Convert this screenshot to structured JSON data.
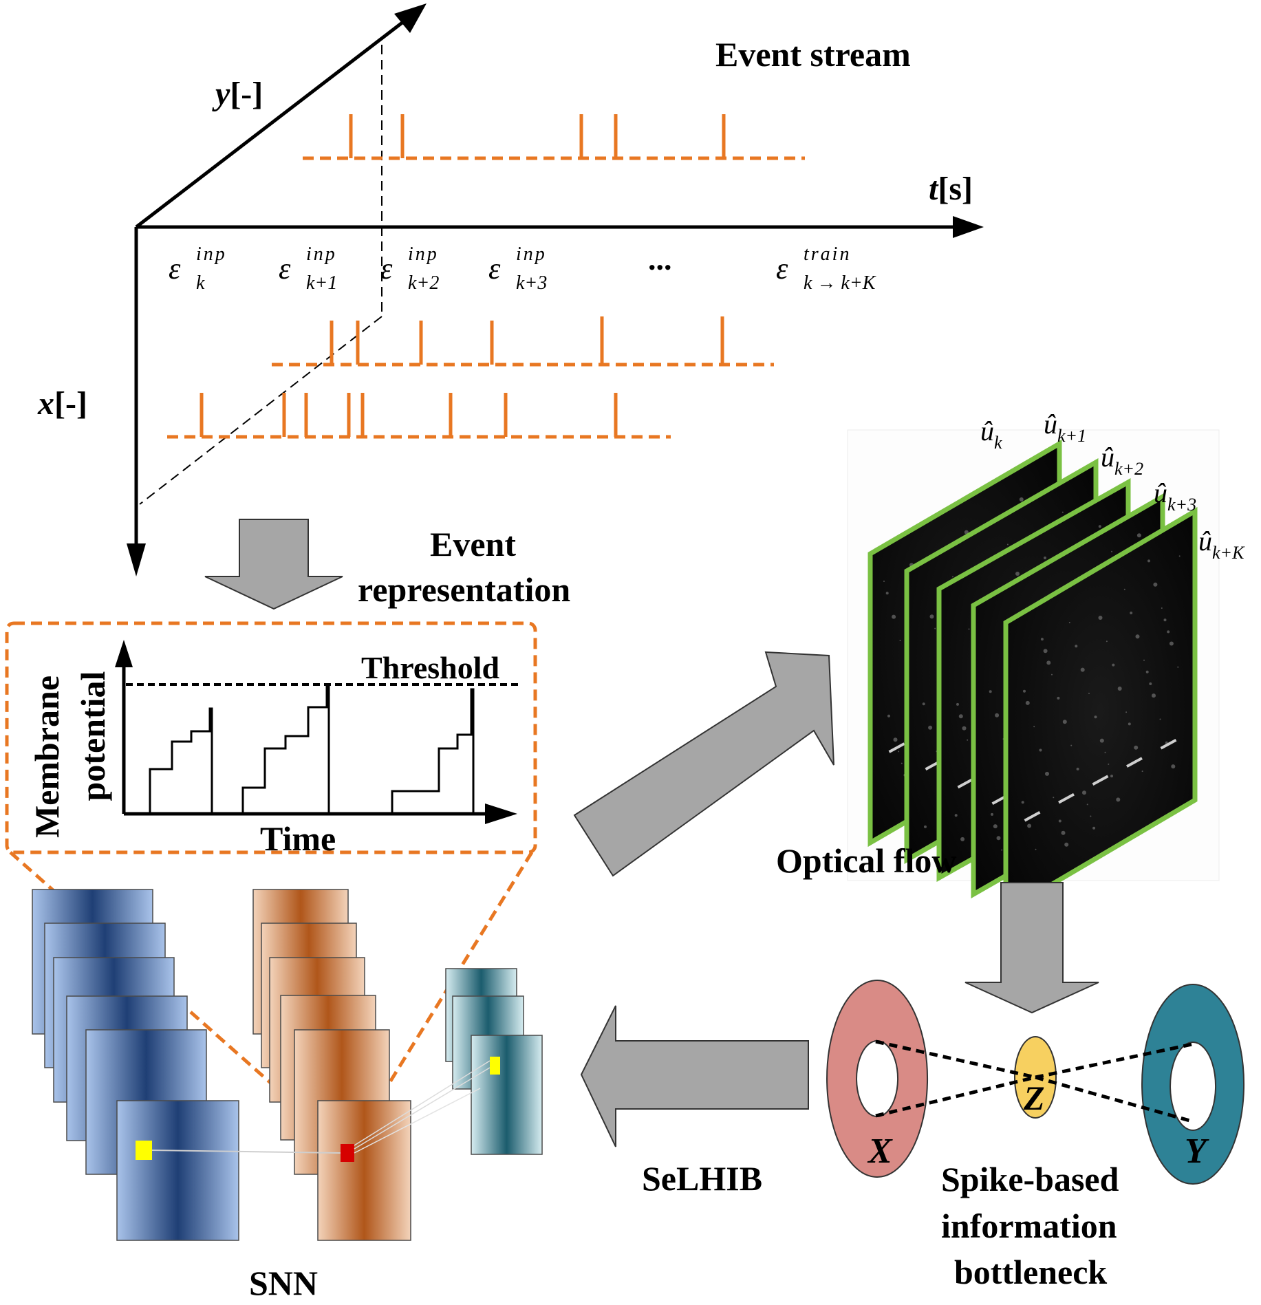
{
  "titles": {
    "event_stream": "Event stream",
    "event_representation_line1": "Event",
    "event_representation_line2": "representation",
    "threshold": "Threshold",
    "membrane_line1": "Membrane",
    "membrane_line2": "potential",
    "time": "Time",
    "optical_flow": "Optical flow",
    "selhib": "SeLHIB",
    "bottleneck_line1": "Spike-based",
    "bottleneck_line2": "information",
    "bottleneck_line3": "bottleneck",
    "snn": "SNN"
  },
  "axes": {
    "y_var": "y",
    "y_unit": "[-]",
    "x_var": "x",
    "x_unit": "[-]",
    "t_var": "t",
    "t_unit": "[s]"
  },
  "event_sets": {
    "symbol": "ε",
    "ellipsis": "...",
    "items": [
      {
        "sup": "inp",
        "sub": "k"
      },
      {
        "sup": "inp",
        "sub": "k+1"
      },
      {
        "sup": "inp",
        "sub": "k+2"
      },
      {
        "sup": "inp",
        "sub": "k+3"
      },
      {
        "sup": "train",
        "sub": "k → k+K"
      }
    ]
  },
  "flow_labels": {
    "symbol": "û",
    "subscripts": [
      "k",
      "k+1",
      "k+2",
      "k+3",
      "k+K"
    ]
  },
  "variables": {
    "X": "X",
    "Y": "Y",
    "Z": "Z"
  },
  "colors": {
    "spike_orange": "#e87722",
    "arrow_gray": "#a6a6a6",
    "frame_green": "#7ac143",
    "ring_x": "#d98b86",
    "ring_y": "#2e8296",
    "z_yellow": "#f7d060",
    "snn_blue": "#5b84c4",
    "snn_orange": "#c97a3f",
    "snn_teal": "#5aa1b0"
  }
}
